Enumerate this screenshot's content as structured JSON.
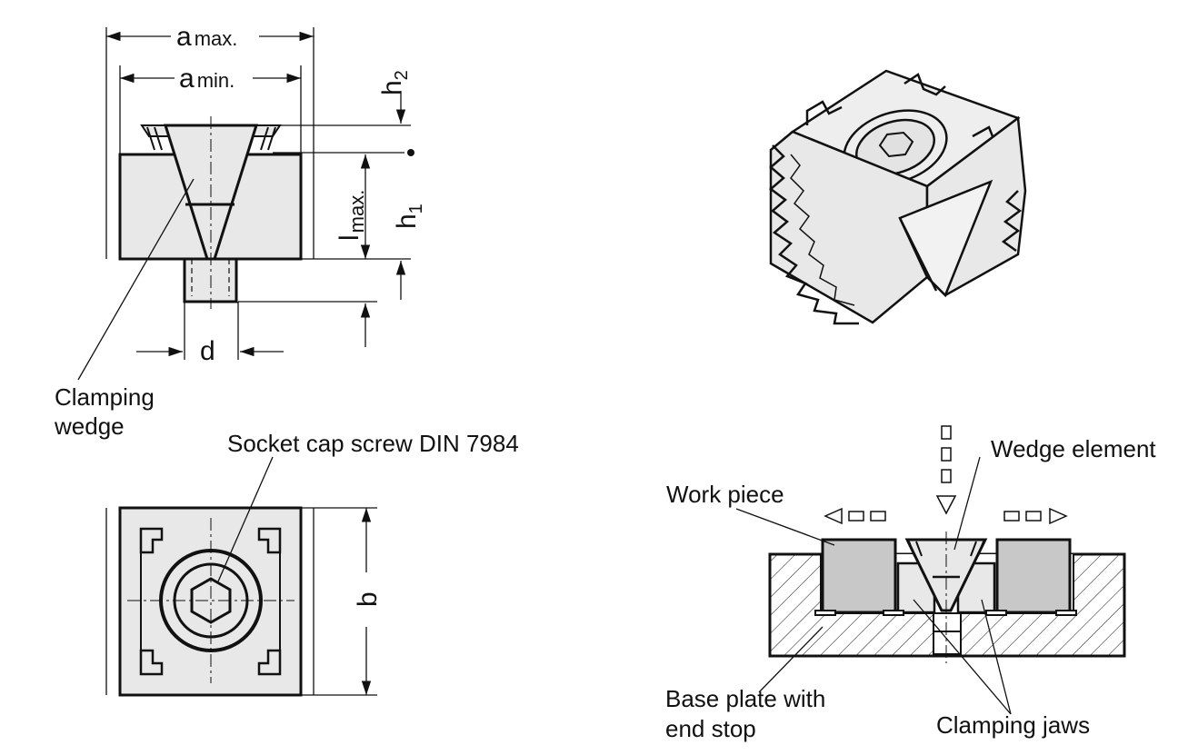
{
  "labels": {
    "clamping_wedge_line1": "Clamping",
    "clamping_wedge_line2": "wedge",
    "socket_cap_screw": "Socket cap screw DIN 7984",
    "wedge_element": "Wedge element",
    "work_piece": "Work piece",
    "base_plate_line1": "Base plate with",
    "base_plate_line2": "end stop",
    "clamping_jaws": "Clamping jaws"
  },
  "dimensions": {
    "a_max_main": "a",
    "a_max_sub": "max.",
    "a_min_main": "a",
    "a_min_sub": "min.",
    "h2_main": "h",
    "h2_sub": "2",
    "h1_main": "h",
    "h1_sub": "1",
    "l_max_main": "l",
    "l_max_sub": "max.",
    "d": "d",
    "b": "b"
  },
  "colors": {
    "line": "#111111",
    "part_fill": "#e8e8e8",
    "workpiece_fill": "#c8c8c8",
    "background": "#ffffff"
  }
}
